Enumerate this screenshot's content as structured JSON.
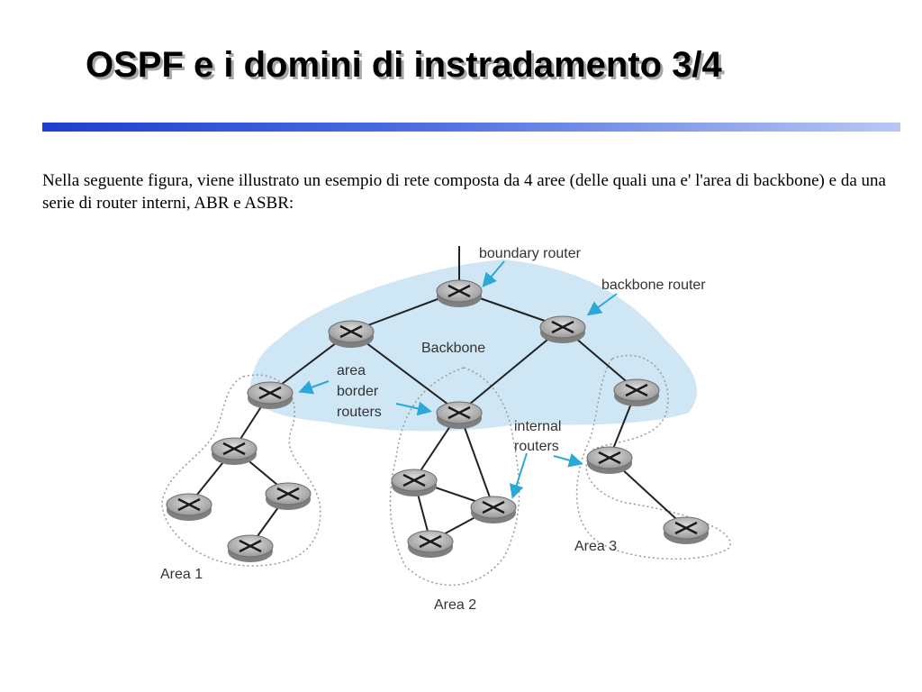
{
  "slide": {
    "title": "OSPF e i domini di instradamento 3/4",
    "intro": "Nella seguente figura, viene illustrato un esempio di rete composta da 4 aree (delle quali una e' l'area di backbone) e da una serie di router interni, ABR e ASBR:"
  },
  "colors": {
    "title_rule_start": "#1c3fd0",
    "title_rule_end": "#b7c8f4",
    "backbone_fill": "#cfe6f4",
    "arrow": "#2aa8d8",
    "router": "#9a9a9a"
  },
  "diagram": {
    "labels": {
      "boundary_router": "boundary router",
      "backbone_router": "backbone router",
      "backbone": "Backbone",
      "abr_line1": "area",
      "abr_line2": "border",
      "abr_line3": "routers",
      "internal_line1": "internal",
      "internal_line2": "routers",
      "area1": "Area 1",
      "area2": "Area 2",
      "area3": "Area 3"
    },
    "icons": {
      "router": "router-icon",
      "arrow": "pointer-arrow-icon"
    }
  }
}
